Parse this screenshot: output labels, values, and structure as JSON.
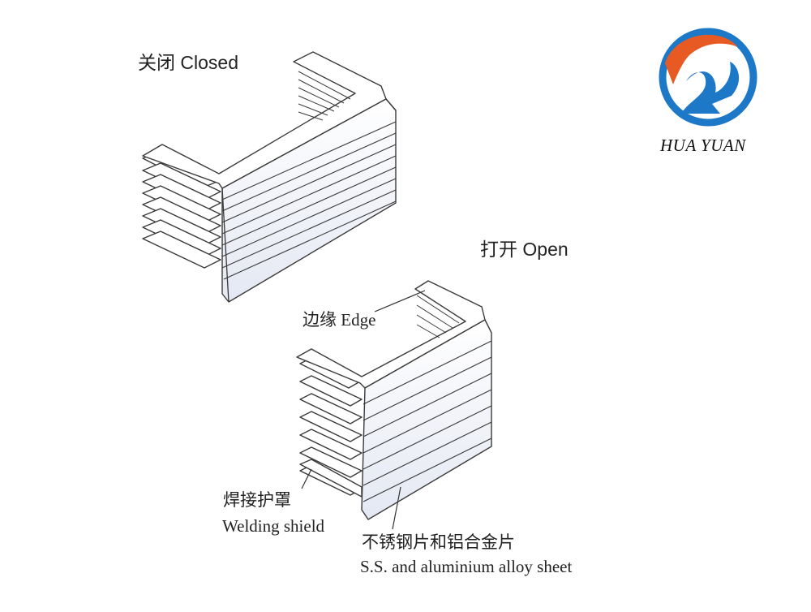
{
  "labels": {
    "closed": "关闭 Closed",
    "open": "打开 Open",
    "edge": "边缘 Edge",
    "welding_shield_zh": "焊接护罩",
    "welding_shield_en": "Welding shield",
    "sheet_zh": "不锈钢片和铝合金片",
    "sheet_en": "S.S. and aluminium alloy sheet"
  },
  "logo": {
    "text": "HUA YUAN",
    "colors": {
      "orange": "#e85a24",
      "blue": "#1e78c8"
    }
  },
  "colors": {
    "line": "#3a3a3a",
    "panel_top": "#ffffff",
    "panel_tint": "#e7ebf5",
    "fold_shade": "#d0d3db"
  }
}
